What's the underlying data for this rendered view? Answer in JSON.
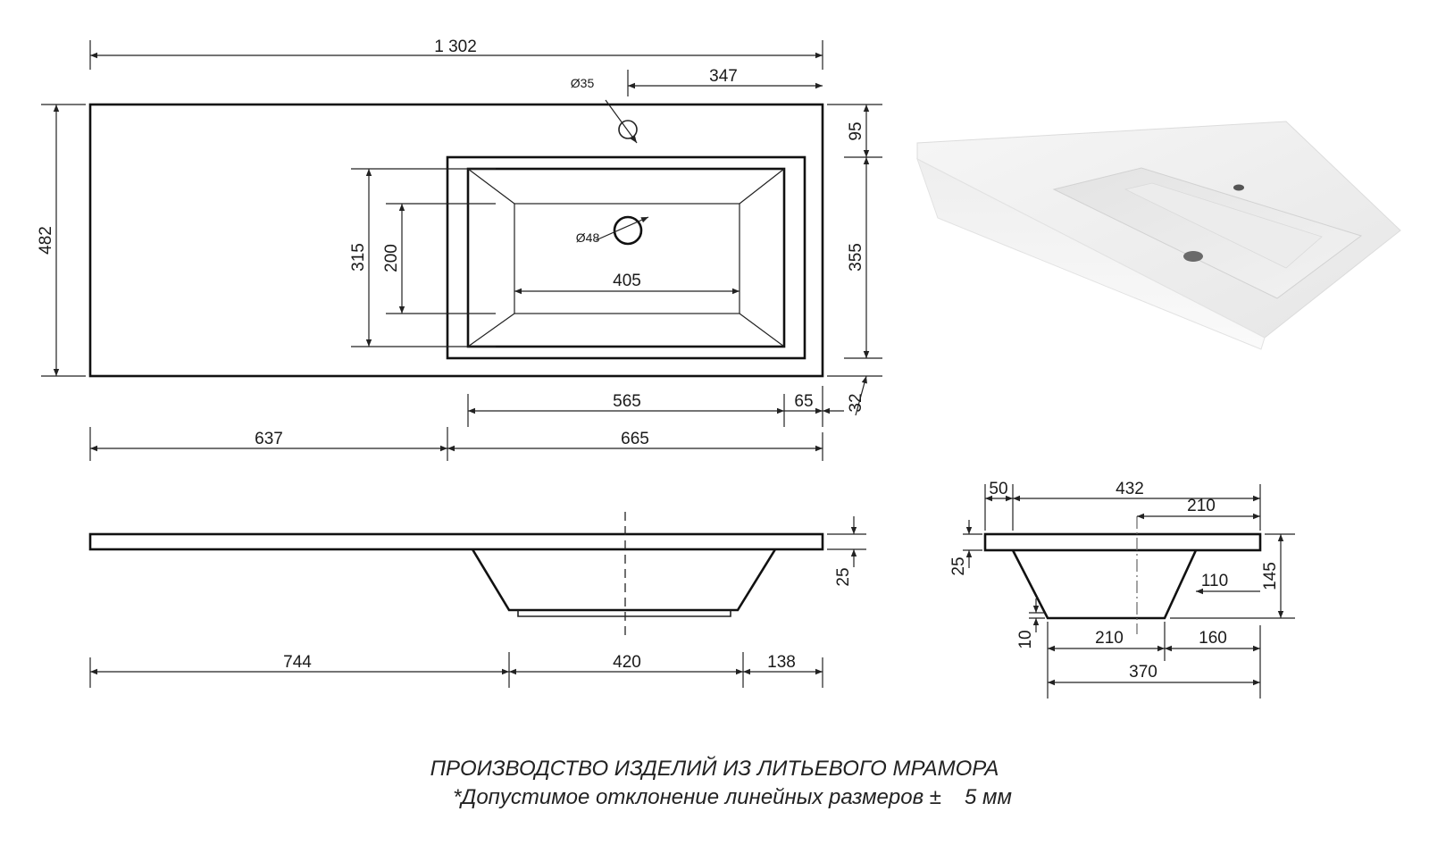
{
  "plan_view": {
    "overall_length": "1 302",
    "overall_depth": "482",
    "faucet_hole_diameter": "Ø35",
    "faucet_offset": "347",
    "drain_diameter": "Ø48",
    "front_edge": "95",
    "bowl_depth_outer": "355",
    "back_edge": "32",
    "bowl_inner_depth": "315",
    "bowl_floor_depth": "200",
    "bowl_floor_width": "405",
    "bowl_inner_width": "565",
    "side_rim": "65",
    "left_counter": "637",
    "bowl_block_width": "665"
  },
  "front_view": {
    "slab_thickness": "25",
    "left_offset": "744",
    "bowl_width": "420",
    "right_offset": "138"
  },
  "side_view": {
    "front_lip": "50",
    "top_depth": "432",
    "axis_to_back": "210",
    "slab_thickness": "25",
    "inner_offset": "110",
    "total_height": "145",
    "floor_thickness": "10",
    "bottom_width": "210",
    "bottom_offset": "160",
    "bottom_total": "370"
  },
  "footer": {
    "line1": "ПРОИЗВОДСТВО ИЗДЕЛИЙ ИЗ ЛИТЬЕВОГО МРАМОРА",
    "line2_text": "*Допустимое отклонение линейных размеров ±",
    "line2_value": "5 мм"
  },
  "colors": {
    "line": "#222222",
    "background": "#ffffff"
  }
}
